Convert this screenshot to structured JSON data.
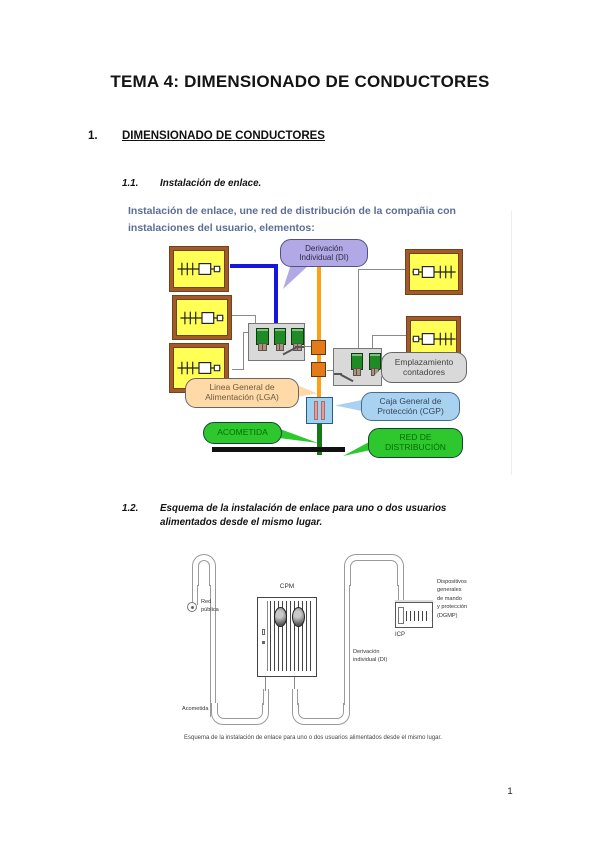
{
  "page": {
    "title": "TEMA 4: DIMENSIONADO DE CONDUCTORES",
    "number": "1"
  },
  "sections": {
    "s1": {
      "num": "1.",
      "title": "DIMENSIONADO DE CONDUCTORES"
    },
    "s11": {
      "num": "1.1.",
      "title": "Instalación de enlace."
    },
    "s12": {
      "num": "1.2.",
      "line1": "Esquema de la instalación de enlace para uno o dos usuarios",
      "line2": "alimentados desde el mismo lugar."
    }
  },
  "diagram1": {
    "heading1": "Instalación de enlace, une red de distribución de la compañia con",
    "heading2": "instalaciones del usuario, elementos:",
    "bubbles": {
      "di1": "Derivación",
      "di2": "Individual (DI)",
      "lga1": "Linea General de",
      "lga2": "Alimentación (LGA)",
      "emp1": "Emplazamiento",
      "emp2": "contadores",
      "cgp1": "Caja General de",
      "cgp2": "Protección (CGP)",
      "acometida": "ACOMETIDA",
      "red1": "RED DE",
      "red2": "DISTRIBUCIÓN"
    }
  },
  "diagram2": {
    "red_publica1": "Red",
    "red_publica2": "pública",
    "cpm": "CPM",
    "acometida": "Acometida",
    "derivacion1": "Derivación",
    "derivacion2": "individual (DI)",
    "icp": "ICP",
    "dispositivos": [
      "Dispositivos",
      "generales",
      "de mando",
      "y protección",
      "(DGMP)"
    ],
    "caption": "Esquema de la instalación de enlace para uno o dos usuarios alimentados desde el mismo lugar."
  },
  "colors": {
    "heading_blue": "#5b6e96",
    "yellow_box": "#ffff55",
    "box_border": "#a3592a",
    "purple_bubble": "#b2a8e6",
    "orange_line": "#ffa013",
    "orange_square": "#e47a18",
    "peach_bubble": "#ffd9a8",
    "blue_bubble": "#a9d2f0",
    "green_bubble": "#2ec82e",
    "green_text": "#056d05",
    "gray_box": "#d9d9d9",
    "meter_green": "#1e8b25",
    "cgp_fill": "#9fd2ef",
    "pink_bar": "#e89a9a",
    "di_blue": "#1616dd",
    "acometida_green": "#157a15"
  }
}
